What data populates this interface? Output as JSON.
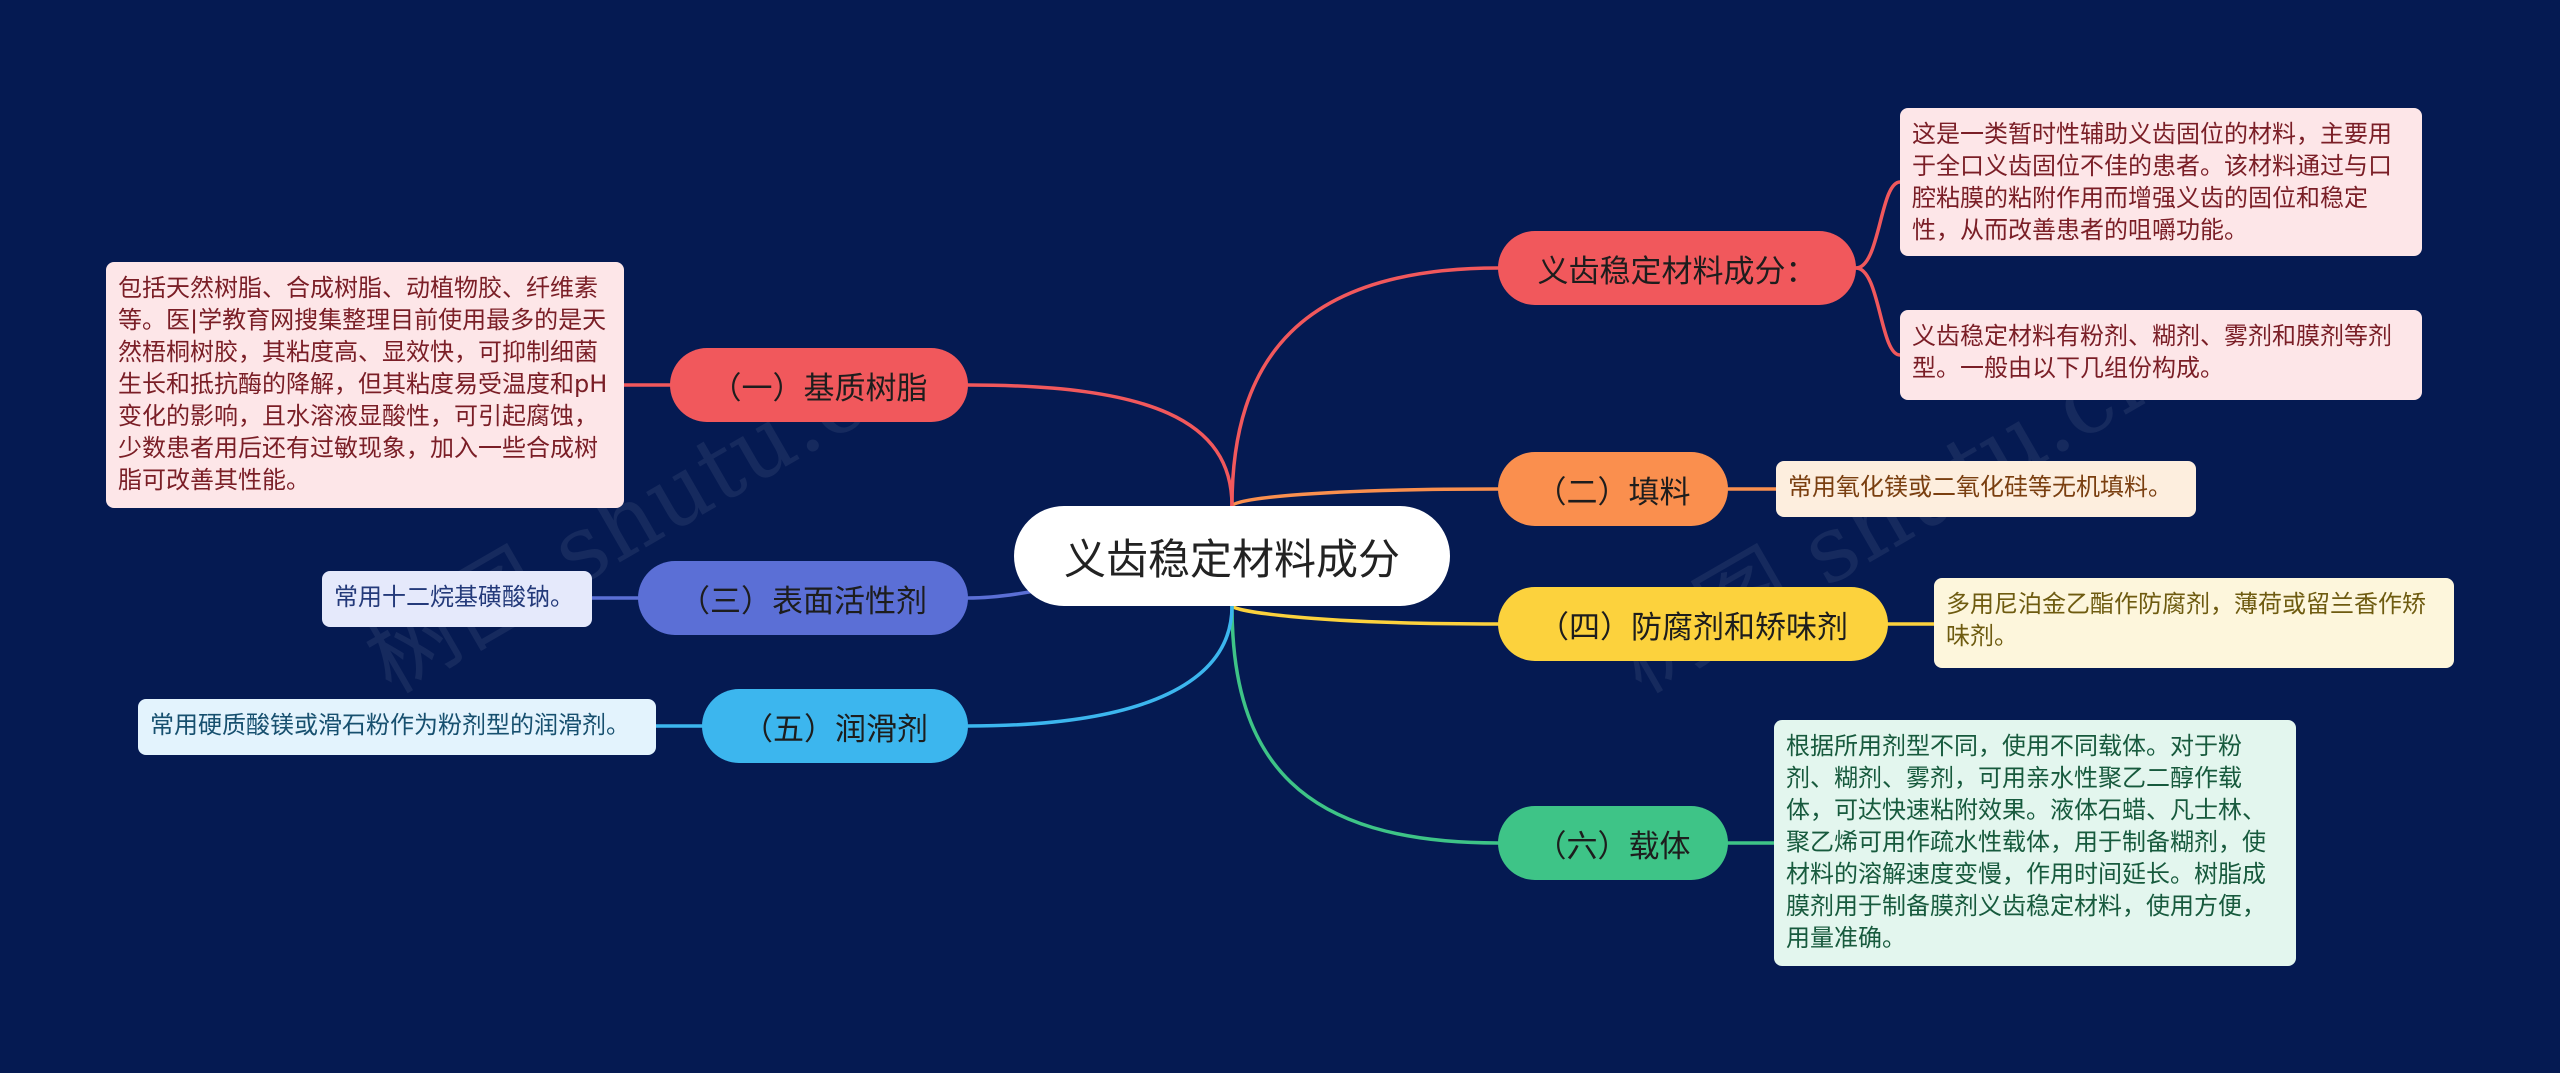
{
  "center": {
    "label": "义齿稳定材料成分"
  },
  "watermark": "树图 shutu.cn",
  "branches": [
    {
      "label": "义齿稳定材料成分：",
      "color": "#f1585c"
    },
    {
      "label": "（二）填料",
      "color": "#fa8f4e"
    },
    {
      "label": "（四）防腐剂和矫味剂",
      "color": "#fcd23d"
    },
    {
      "label": "（六）载体",
      "color": "#3ec487"
    },
    {
      "label": "（一）基质树脂",
      "color": "#f1585c"
    },
    {
      "label": "（三）表面活性剂",
      "color": "#5b6fd6"
    },
    {
      "label": "（五）润滑剂",
      "color": "#3cb6ee"
    }
  ],
  "leaves": [
    {
      "text": "这是一类暂时性辅助义齿固位的材料，主要用于全口义齿固位不佳的患者。该材料通过与口腔粘膜的粘附作用而增强义齿的固位和稳定性，从而改善患者的咀嚼功能。"
    },
    {
      "text": "义齿稳定材料有粉剂、糊剂、雾剂和膜剂等剂型。一般由以下几组份构成。"
    },
    {
      "text": "常用氧化镁或二氧化硅等无机填料。"
    },
    {
      "text": "多用尼泊金乙酯作防腐剂，薄荷或留兰香作矫味剂。"
    },
    {
      "text": "根据所用剂型不同，使用不同载体。对于粉剂、糊剂、雾剂，可用亲水性聚乙二醇作载体，可达快速粘附效果。液体石蜡、凡士林、聚乙烯可用作疏水性载体，用于制备糊剂，使材料的溶解速度变慢，作用时间延长。树脂成膜剂用于制备膜剂义齿稳定材料，使用方便，用量准确。"
    },
    {
      "text": "包括天然树脂、合成树脂、动植物胶、纤维素等。医|学教育网搜集整理目前使用最多的是天然梧桐树胶，其粘度高、显效快，可抑制细菌生长和抵抗酶的降解，但其粘度易受温度和pH变化的影响，且水溶液显酸性，可引起腐蚀，少数患者用后还有过敏现象，加入一些合成树脂可改善其性能。"
    },
    {
      "text": "常用十二烷基磺酸钠。"
    },
    {
      "text": "常用硬质酸镁或滑石粉作为粉剂型的润滑剂。"
    }
  ]
}
